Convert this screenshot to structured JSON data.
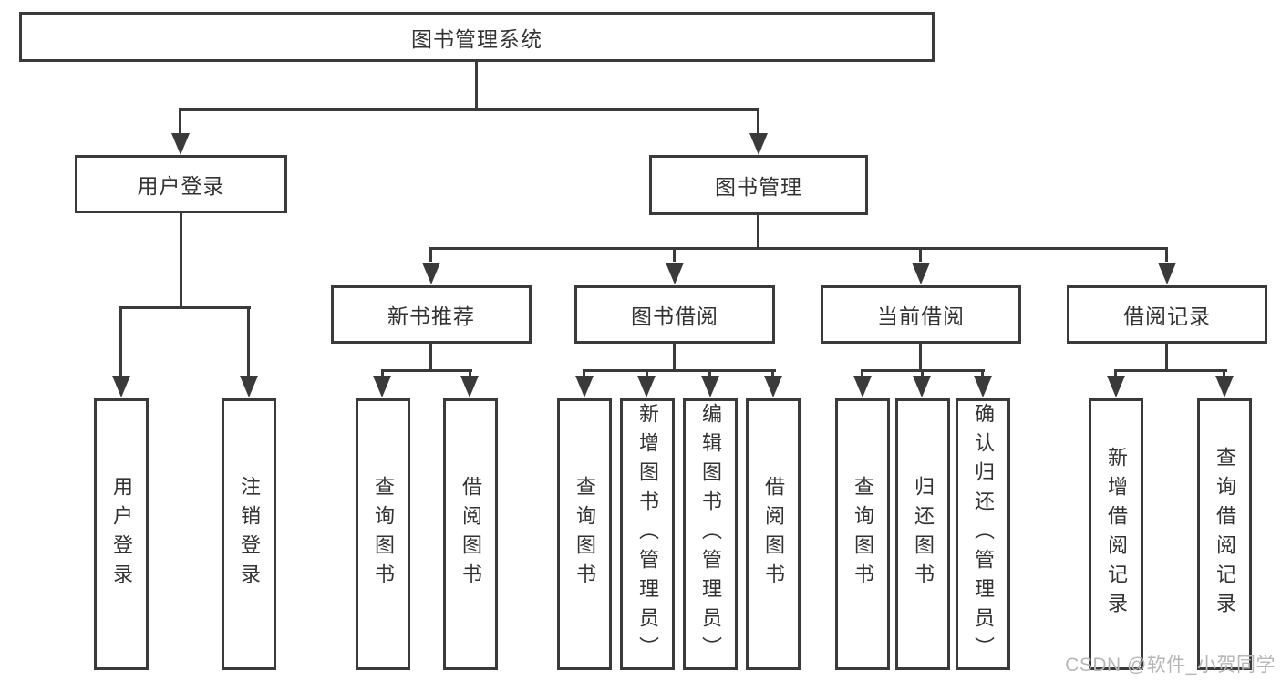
{
  "tree": {
    "label": "图书管理系统",
    "children": [
      {
        "label": "用户登录",
        "children": [
          {
            "label": "用户登录"
          },
          {
            "label": "注销登录"
          }
        ]
      },
      {
        "label": "图书管理",
        "children": [
          {
            "label": "新书推荐",
            "children": [
              {
                "label": "查询图书"
              },
              {
                "label": "借阅图书"
              }
            ]
          },
          {
            "label": "图书借阅",
            "children": [
              {
                "label": "查询图书"
              },
              {
                "label": "新增图书（管理员）"
              },
              {
                "label": "编辑图书（管理员）"
              },
              {
                "label": "借阅图书"
              }
            ]
          },
          {
            "label": "当前借阅",
            "children": [
              {
                "label": "查询图书"
              },
              {
                "label": "归还图书"
              },
              {
                "label": "确认归还（管理员）"
              }
            ]
          },
          {
            "label": "借阅记录",
            "children": [
              {
                "label": "新增借阅记录"
              },
              {
                "label": "查询借阅记录"
              }
            ]
          }
        ]
      }
    ]
  },
  "watermark": "CSDN @软件_小贺同学",
  "colors": {
    "line": "#3a3a3a",
    "text": "#333333",
    "watermark": "#b7b7b7"
  }
}
